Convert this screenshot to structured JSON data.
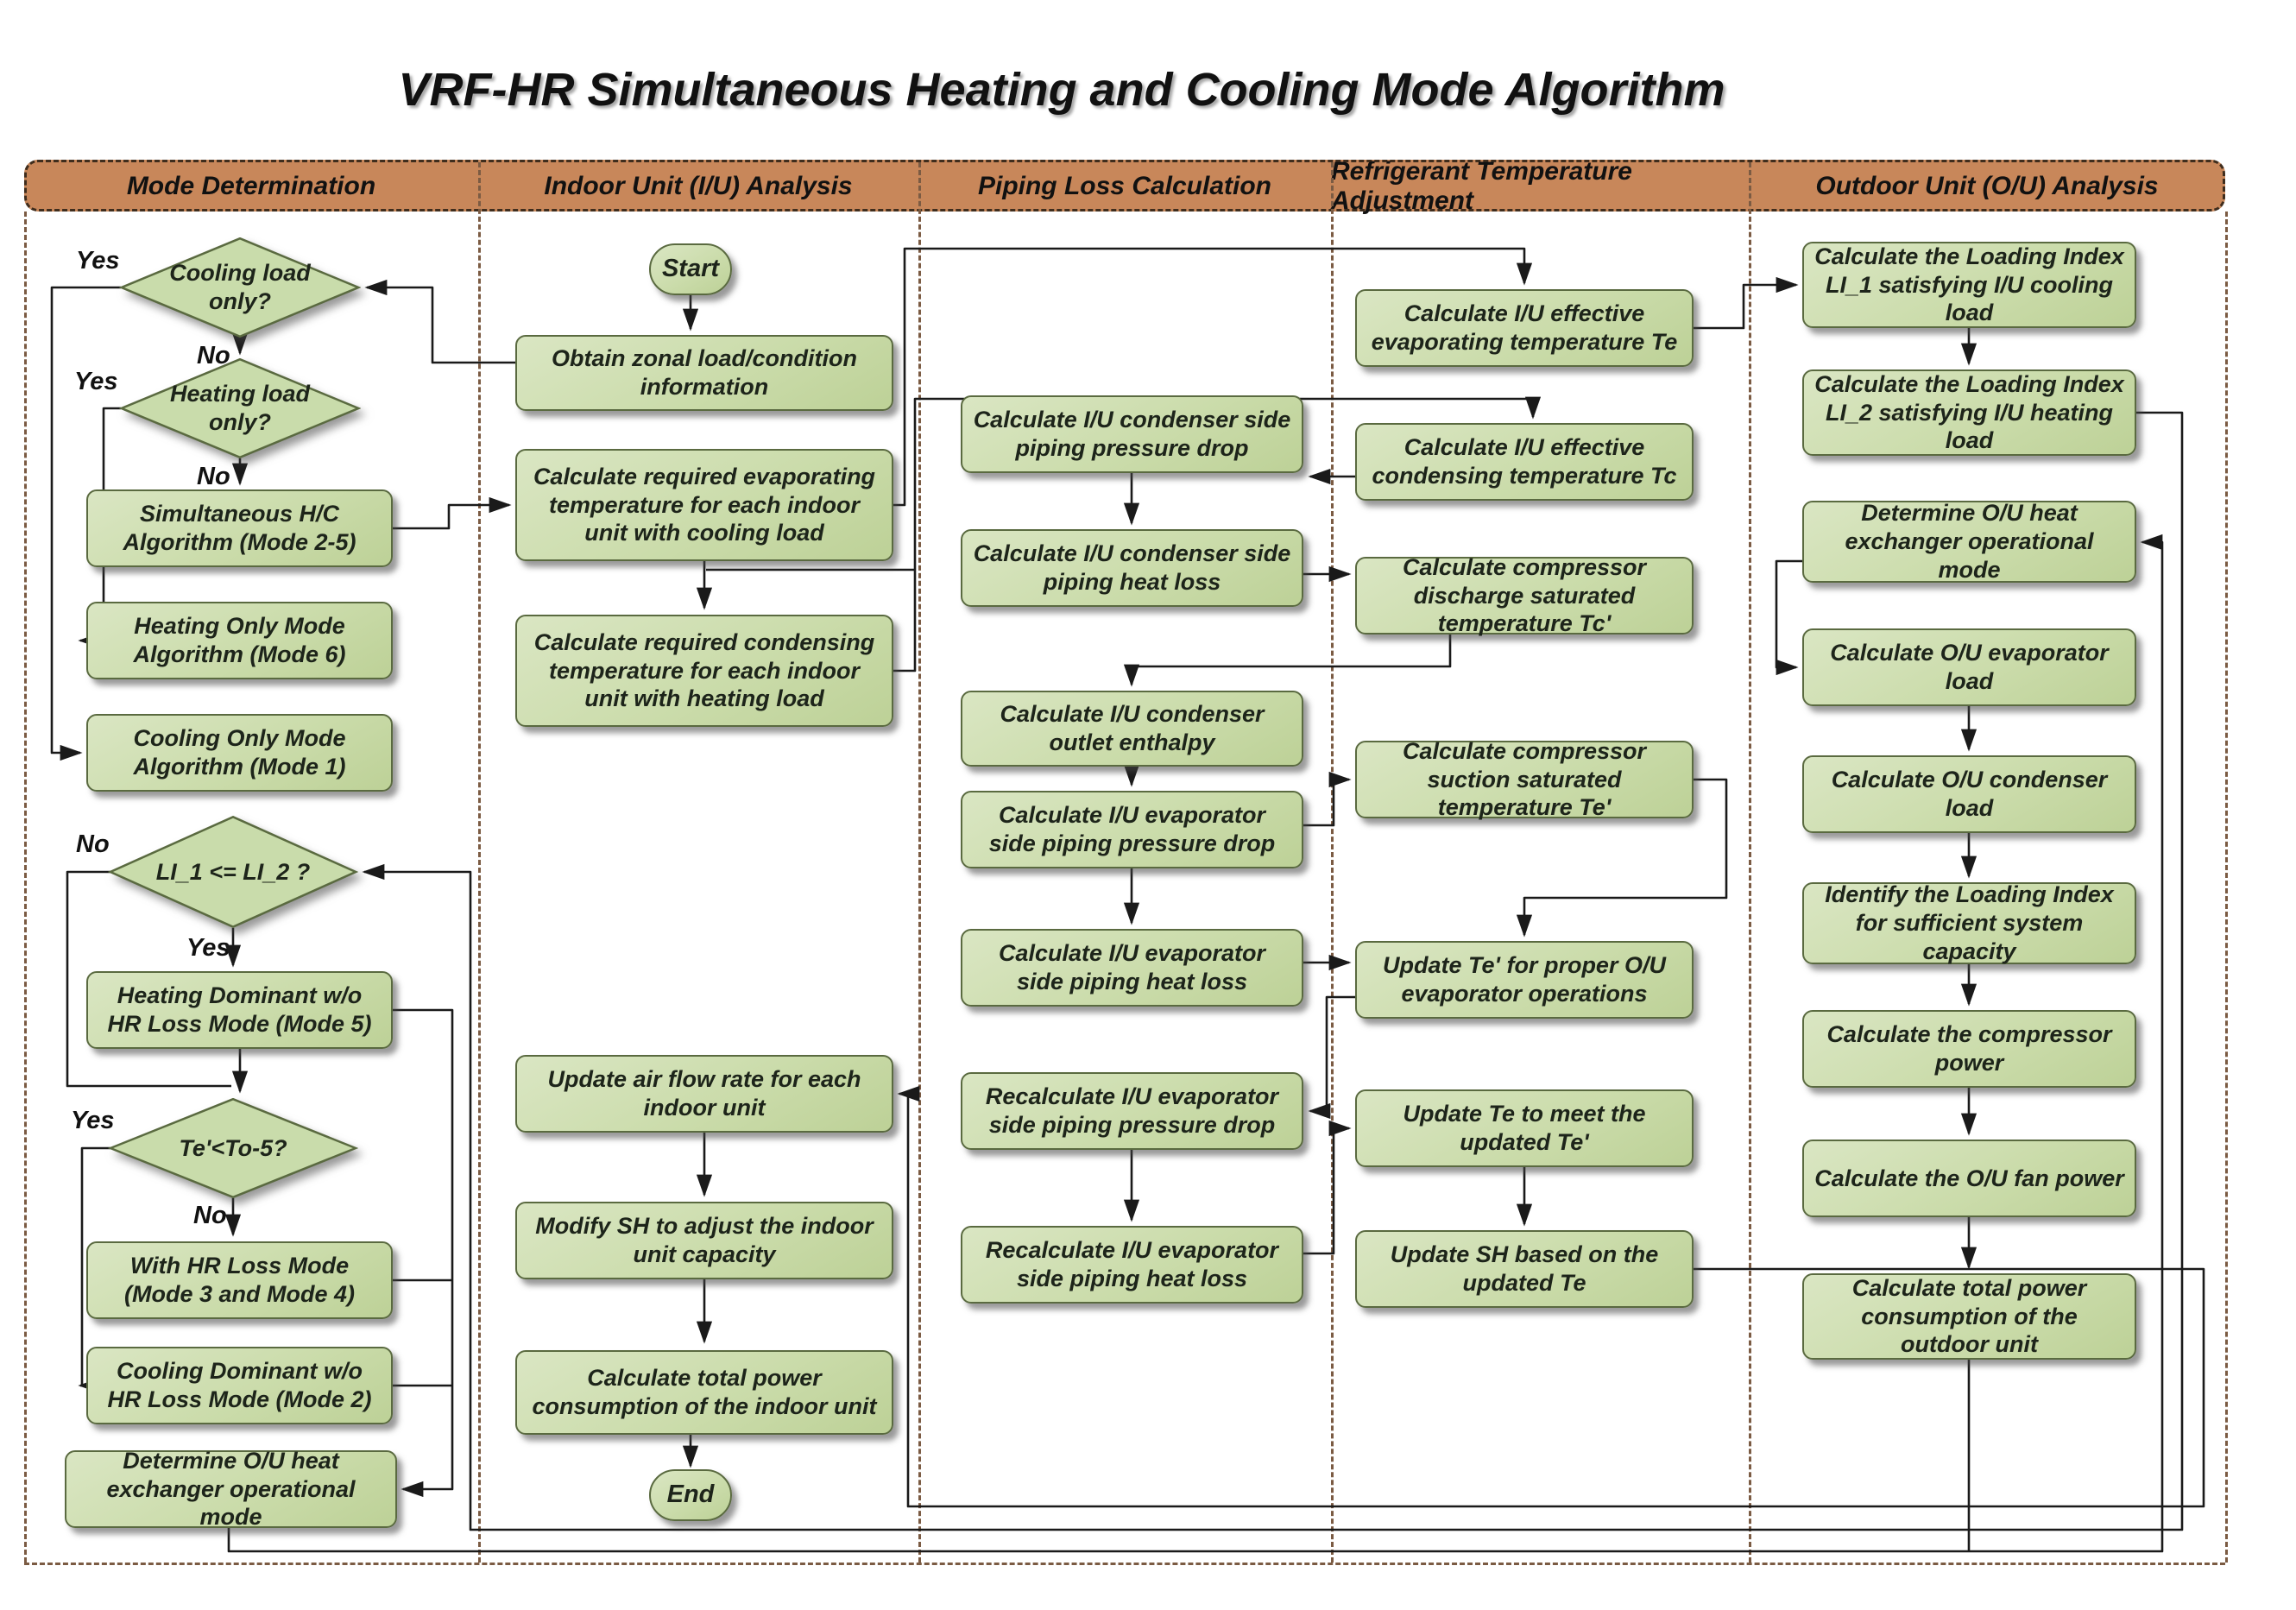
{
  "title": "VRF-HR Simultaneous Heating and Cooling Mode Algorithm",
  "lanes": [
    "Mode Determination",
    "Indoor Unit (I/U) Analysis",
    "Piping Loss Calculation",
    "Refrigerant Temperature Adjustment",
    "Outdoor Unit (O/U) Analysis"
  ],
  "labels": {
    "yes": "Yes",
    "no": "No"
  },
  "nodes": {
    "d1": "Cooling load only?",
    "d2": "Heating load only?",
    "b1": "Simultaneous H/C Algorithm (Mode 2-5)",
    "b2": "Heating Only Mode Algorithm (Mode 6)",
    "b3": "Cooling Only Mode Algorithm (Mode 1)",
    "d3": "LI_1 <= LI_2 ?",
    "b4": "Heating Dominant w/o HR Loss Mode (Mode 5)",
    "d4": "Te'<To-5?",
    "b5": "With HR Loss Mode (Mode 3 and Mode 4)",
    "b6": "Cooling Dominant w/o HR Loss Mode (Mode 2)",
    "b7": "Determine O/U heat exchanger operational mode",
    "start": "Start",
    "c1": "Obtain zonal load/condition information",
    "c2": "Calculate required evaporating temperature for each indoor unit with cooling load",
    "c3": "Calculate required condensing temperature for each indoor unit with heating load",
    "c4": "Update air flow rate for each indoor unit",
    "c5": "Modify SH to adjust the indoor unit capacity",
    "c6": "Calculate total power consumption of the indoor unit",
    "end": "End",
    "p1": "Calculate I/U condenser side piping pressure drop",
    "p2": "Calculate I/U condenser side piping heat loss",
    "p3": "Calculate I/U condenser outlet enthalpy",
    "p4": "Calculate I/U evaporator side piping pressure drop",
    "p5": "Calculate I/U evaporator side piping heat loss",
    "p6": "Recalculate I/U evaporator side piping pressure drop",
    "p7": "Recalculate I/U evaporator side piping heat loss",
    "q1": "Calculate I/U effective evaporating temperature Te",
    "q2": "Calculate I/U effective condensing temperature Tc",
    "q3": "Calculate compressor discharge saturated temperature Tc'",
    "q4": "Calculate compressor suction saturated temperature Te'",
    "q5": "Update Te' for proper O/U evaporator operations",
    "q6": "Update Te to meet the updated Te'",
    "q7": "Update SH based on the updated Te",
    "r1": "Calculate the Loading Index LI_1 satisfying I/U cooling load",
    "r2": "Calculate the Loading Index LI_2 satisfying I/U heating load",
    "r3": "Determine O/U heat exchanger operational mode",
    "r4": "Calculate O/U evaporator load",
    "r5": "Calculate O/U condenser load",
    "r6": "Identify the Loading Index for sufficient system capacity",
    "r7": "Calculate the compressor power",
    "r8": "Calculate the O/U fan power",
    "r9": "Calculate total power consumption of the outdoor unit"
  },
  "colors": {
    "lane_header": "#c8875a",
    "box_fill": "#c9dcab",
    "box_border": "#5a6a40",
    "connector": "#1a1a1a",
    "lane_border": "#7b5b43"
  }
}
